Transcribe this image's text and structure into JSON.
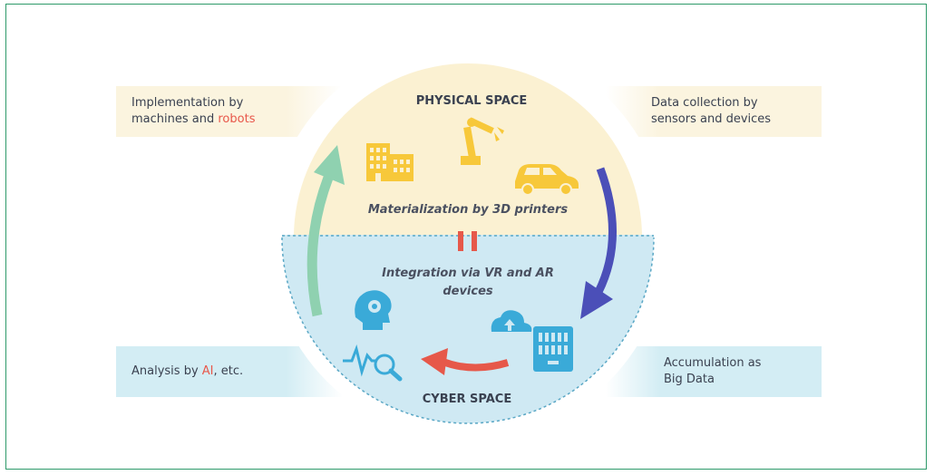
{
  "diagram": {
    "top_title": "PHYSICAL SPACE",
    "bottom_title": "CYBER SPACE",
    "center_top_text": "Materialization by 3D printers",
    "center_bottom_line1": "Integration via VR and AR",
    "center_bottom_line2": "devices",
    "label_top_left": {
      "line1": "Implementation by",
      "line2_prefix": "machines and ",
      "line2_highlight": "robots"
    },
    "label_top_right": {
      "line1": "Data collection by",
      "line2": "sensors and devices"
    },
    "label_bottom_left": {
      "prefix": "Analysis by ",
      "highlight": "AI",
      "suffix": ", etc."
    },
    "label_bottom_right": {
      "line1": "Accumulation as",
      "line2": "Big Data"
    }
  },
  "colors": {
    "physical_fill": "#fbf1d2",
    "cyber_fill": "#cfe9f3",
    "icon_yellow": "#f7c83a",
    "icon_blue": "#3aaad8",
    "arrow_green": "#8fd1b0",
    "arrow_purple": "#4b4fb8",
    "arrow_red": "#e6584a",
    "highlight_red": "#e8574a",
    "frame_green": "#2e9a6a"
  },
  "icons": [
    "building-icon",
    "robot-arm-icon",
    "car-icon",
    "head-gear-icon",
    "cloud-upload-icon",
    "server-icon",
    "magnifier-pulse-icon"
  ]
}
